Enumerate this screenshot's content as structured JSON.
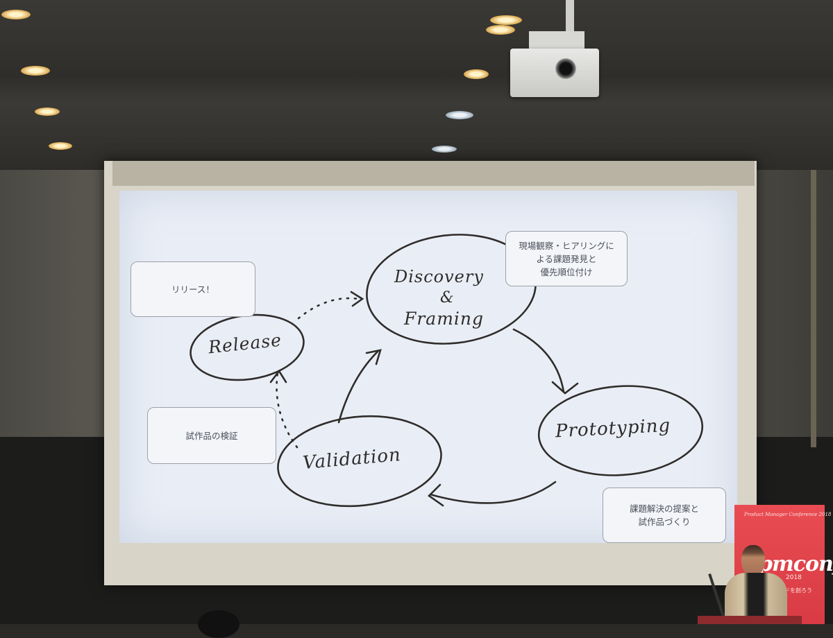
{
  "slide": {
    "nodes": {
      "discovery_line1": "Discovery",
      "discovery_line2": "&",
      "discovery_line3": "Framing",
      "prototyping": "Prototyping",
      "validation": "Validation",
      "release": "Release"
    },
    "bubbles": {
      "discovery_note": "現場観察・ヒアリングに\nよる課題発見と\n優先順位付け",
      "release_note": "リリース！",
      "validation_note": "試作品の検証",
      "prototyping_note": "課題解決の提案と\n試作品づくり"
    }
  },
  "banner": {
    "top_text": "Product Manager Conference 2018",
    "logo": "pmconf",
    "year": "2018",
    "subtitle": "ドを創ろう"
  },
  "colors": {
    "slide_bg": "#e9eef6",
    "ink": "#2f2c2a",
    "banner_red": "#e04750"
  }
}
